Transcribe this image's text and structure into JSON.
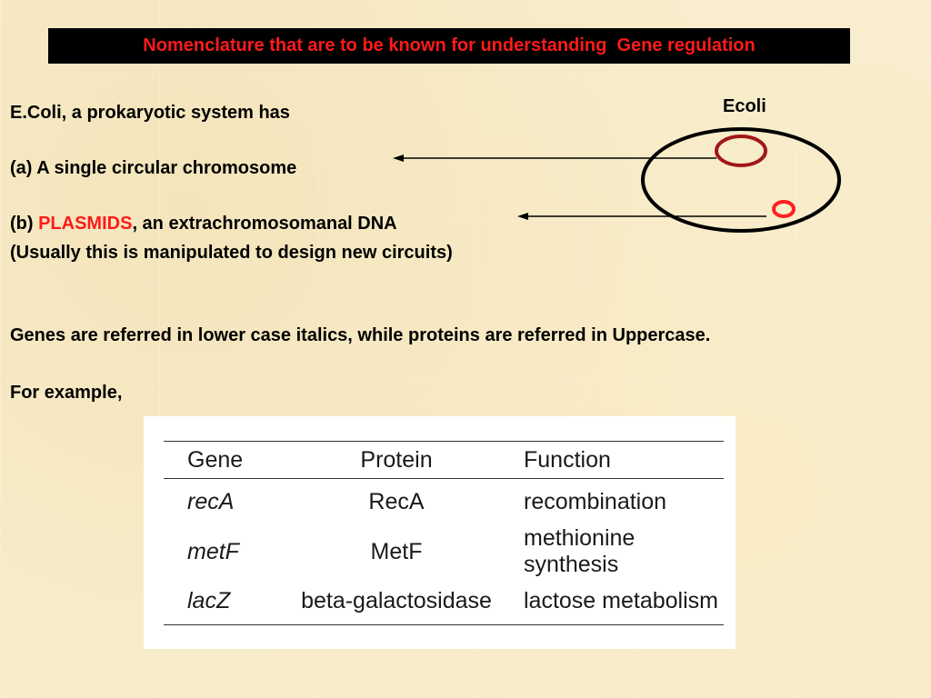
{
  "title": "Nomenclature that are to be known for understanding  Gene regulation",
  "body": {
    "line1": "E.Coli, a prokaryotic system has",
    "item_a": "(a) A single circular chromosome",
    "item_b_prefix": "(b) ",
    "item_b_highlight": "PLASMIDS",
    "item_b_suffix": ", an extrachromosomanal DNA",
    "item_b_note": "(Usually this is manipulated to design new circuits)",
    "genes_note": "Genes are referred in lower case italics, while proteins are referred in Uppercase.",
    "for_example": "For example,"
  },
  "diagram": {
    "label": "Ecoli",
    "colors": {
      "cell_outline": "#000000",
      "chromosome": "#a01818",
      "plasmid": "#ff2020"
    }
  },
  "table": {
    "headers": [
      "Gene",
      "Protein",
      "Function"
    ],
    "rows": [
      {
        "gene": "recA",
        "protein": "RecA",
        "function": "recombination"
      },
      {
        "gene": "metF",
        "protein": "MetF",
        "function": "methionine synthesis"
      },
      {
        "gene": "lacZ",
        "protein": "beta-galactosidase",
        "function": "lactose metabolism"
      }
    ]
  },
  "colors": {
    "background": "#f8edcc",
    "accent_red": "#ff1a1a",
    "title_bg": "#000000"
  }
}
